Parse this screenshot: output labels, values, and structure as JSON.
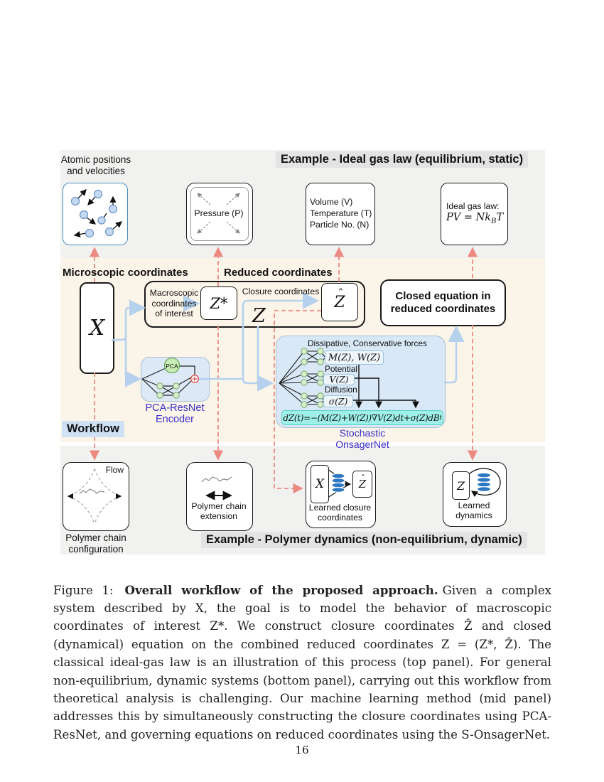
{
  "colors": {
    "dashed_correspondence": "#ec8a82",
    "workflow_arrow_blue": "#b5d1ee",
    "panel_beige": "#faf5e8",
    "panel_gray": "#f1f1f0",
    "header_highlight_gray": "#e3e3e3",
    "workflow_highlight_blue": "#cfe2f5",
    "equation_highlight_cyan": "#9ff0e9",
    "net_caption_purple": "#3b2fc9",
    "node_green": "#d6edca",
    "database_blue": "#2e78c2",
    "atom_blue": "#c5d9f2"
  },
  "top_panel": {
    "header": "Example - Ideal gas law (equilibrium, static)",
    "atoms_label": "Atomic positions\nand velocities",
    "pressure_label": "Pressure (P)",
    "state_vars": [
      "Volume (V)",
      "Temperature (T)",
      "Particle No. (N)"
    ],
    "law_title": "Ideal gas law:",
    "law_eq_main": "PV = Nk",
    "law_eq_sub": "B",
    "law_eq_tail": "T"
  },
  "mid_panel": {
    "micro_label": "Microscopic coordinates",
    "reduced_label": "Reduced coordinates",
    "x_symbol": "X",
    "macro_text": "Macroscopic\ncoordinates\nof interest",
    "z_star": "Z*",
    "closure_label": "Closure coordinates",
    "z_hat_base": "Z",
    "z_hat_accent": "ˆ",
    "z_combined": "Z",
    "closed_eq_label": "Closed equation in\nreduced coordinates",
    "workflow_label": "Workflow",
    "encoder": {
      "pca_label": "PCA",
      "caption": "PCA-ResNet Encoder"
    },
    "onsager": {
      "forces_label": "Dissipative, Conservative forces",
      "forces_eq": "M(Z), W(Z)",
      "potential_label": "Potential",
      "potential_eq": "V(Z)",
      "diffusion_label": "Diffusion",
      "diffusion_eq": "σ(Z)",
      "sde_main": "dZ(t)=−(M(Z)+W(Z))∇V(Z)dt+σ(Z)dB",
      "sde_sub": "t",
      "caption": "Stochastic OnsagerNet"
    }
  },
  "bottom_panel": {
    "header": "Example - Polymer dynamics (non-equilibrium, dynamic)",
    "flow_label": "Flow",
    "config_label": "Polymer chain\nconfiguration",
    "extension_label": "Polymer chain\nextension",
    "closure_box": {
      "x_symbol": "X",
      "z_hat_base": "Z",
      "z_hat_accent": "ˆ",
      "label": "Learned closure\ncoordinates"
    },
    "dynamics_box": {
      "z_symbol": "Z",
      "label": "Learned\ndynamics"
    }
  },
  "caption": {
    "tag": "Figure 1:",
    "bold": "Overall workflow of the proposed approach.",
    "body": "Given a complex system described by X, the goal is to model the behavior of macroscopic coordinates of interest Z*. We construct closure coordinates Ẑ and closed (dynamical) equation on the combined reduced coordinates Z = (Z*, Ẑ). The classical ideal-gas law is an illustration of this process (top panel). For general non-equilibrium, dynamic systems (bottom panel), carrying out this workflow from theoretical analysis is challenging. Our machine learning method (mid panel) addresses this by simultaneously constructing the closure coordinates using PCA-ResNet, and governing equations on reduced coordinates using the S-OnsagerNet."
  },
  "page_number": "16"
}
